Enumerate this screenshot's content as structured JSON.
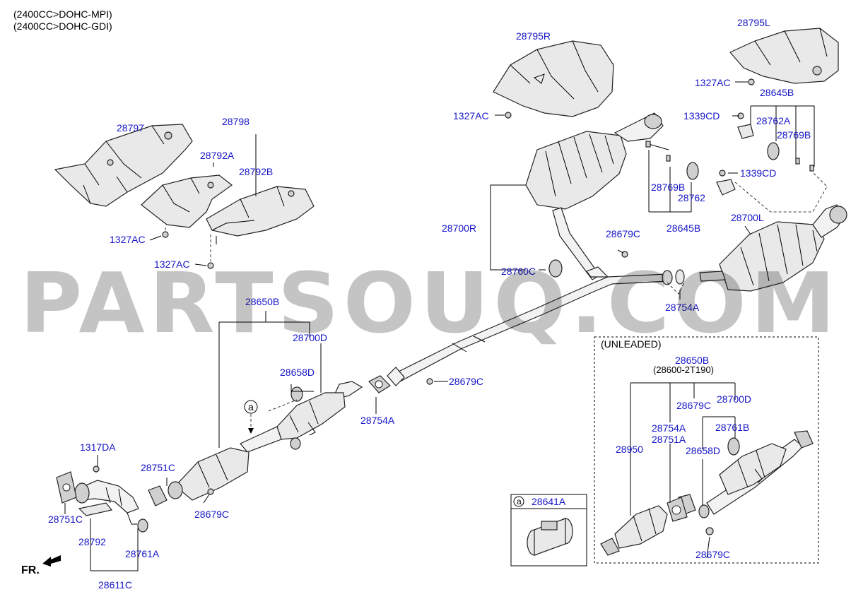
{
  "header": {
    "engine_mpi": "(2400CC>DOHC-MPI)",
    "engine_gdi": "(2400CC>DOHC-GDI)"
  },
  "watermark": "PARTSOUQ.COM",
  "direction": "FR.",
  "callout_letter": "a",
  "labels": {
    "p28795R": "28795R",
    "p28795L": "28795L",
    "p1327AC_a": "1327AC",
    "p1327AC_b": "1327AC",
    "p1327AC_c": "1327AC",
    "p1327AC_d": "1327AC",
    "p28645B_top": "28645B",
    "p1339CD_a": "1339CD",
    "p1339CD_b": "1339CD",
    "p28762A": "28762A",
    "p28769B_a": "28769B",
    "p28769B_b": "28769B",
    "p28762": "28762",
    "p28645B_bot": "28645B",
    "p28797": "28797",
    "p28798": "28798",
    "p28792A": "28792A",
    "p28792B": "28792B",
    "p28700R": "28700R",
    "p28700L": "28700L",
    "p28679C_a": "28679C",
    "p28679C_b": "28679C",
    "p28679C_c": "28679C",
    "p28760C": "28760C",
    "p28754A_a": "28754A",
    "p28754A_b": "28754A",
    "p28650B": "28650B",
    "p28700D": "28700D",
    "p28658D": "28658D",
    "p1317DA": "1317DA",
    "p28751C_a": "28751C",
    "p28751C_b": "28751C",
    "p28792": "28792",
    "p28761A": "28761A",
    "p28611C": "28611C",
    "p28641A": "28641A"
  },
  "unleaded": {
    "title": "(UNLEADED)",
    "p28650B": "28650B",
    "p28600_2T190": "(28600-2T190)",
    "p28679C_a": "28679C",
    "p28700D": "28700D",
    "p28754A": "28754A",
    "p28751A": "28751A",
    "p28761B": "28761B",
    "p28950": "28950",
    "p28658D": "28658D",
    "p28679C_b": "28679C"
  }
}
